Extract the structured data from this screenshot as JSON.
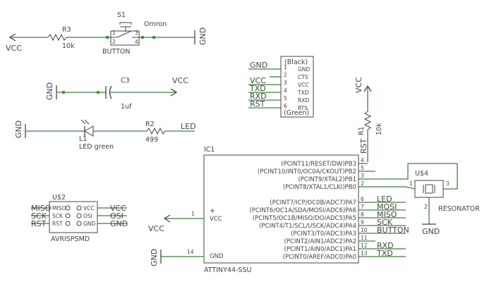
{
  "nets": {
    "vcc": "VCC",
    "gnd": "GND",
    "led": "LED",
    "miso": "MISO",
    "mosi": "MOSI",
    "sck": "SCK",
    "rst": "RST",
    "txd": "TXD",
    "rxd": "RXD",
    "button": "BUTTON"
  },
  "r3": {
    "name": "R3",
    "value": "10k"
  },
  "s1": {
    "name": "S1",
    "brand": "Omron",
    "label": "BUTTON",
    "pins": [
      "1",
      "2",
      "3",
      "4"
    ]
  },
  "c3": {
    "name": "C3",
    "value": "1uf"
  },
  "l1": {
    "name": "L1",
    "value": "LED green"
  },
  "r2": {
    "name": "R2",
    "value": "499"
  },
  "r1": {
    "name": "R1",
    "value": "10k"
  },
  "ftdi": {
    "top": "(Black)",
    "bottom": "(Green)",
    "pins": [
      "GND",
      "CTS",
      "VCC",
      "TXD",
      "RXD",
      "RTS"
    ],
    "nums": [
      "1",
      "2",
      "3",
      "4",
      "5",
      "6"
    ]
  },
  "u2": {
    "name": "U$2",
    "label": "AVRISPSMD",
    "left": [
      "MISO",
      "SCK",
      "RST"
    ],
    "right": [
      "VCC",
      "OSI",
      "GND"
    ]
  },
  "u4": {
    "name": "U$4",
    "label": "RESONATOR",
    "pins": [
      "1",
      "2",
      "3"
    ]
  },
  "ic1": {
    "name": "IC1",
    "part": "ATTINY44-SSU",
    "vcc_pin": "VCC",
    "vcc_num": "1",
    "gnd_pin": "GND",
    "gnd_num": "14",
    "plus": "+",
    "pins": [
      {
        "label": "(PCINT11/RESET/DW)PB3",
        "num": "4"
      },
      {
        "label": "(PCINT10/INT0/OC0A/CKOUT)PB2",
        "num": "5"
      },
      {
        "label": "(PCINT9/XTAL2)PB1",
        "num": "3"
      },
      {
        "label": "(PCINT8/XTAL1/CLKI)PB0",
        "num": "2"
      },
      {
        "label": "(PCINT7/ICP/OC0B/ADC7)PA7",
        "num": "6"
      },
      {
        "label": "(PCINT6/OC1A/SDA/MOSI/ADC6)PA6",
        "num": "7"
      },
      {
        "label": "(PCINT5/OC1B/MISO/DO/ADC5)PA5",
        "num": "8"
      },
      {
        "label": "(PCINT4/T1/SCL/USCK/ADC4)PA4",
        "num": "9"
      },
      {
        "label": "(PCINT3/T0/ADC3)PA3",
        "num": "10"
      },
      {
        "label": "(PCINT2/AIN1/ADC2)PA2",
        "num": "11"
      },
      {
        "label": "(PCINT1/AIN0/ADC1)PA1",
        "num": "12"
      },
      {
        "label": "(PCINT0/AREF/ADC0)PA0",
        "num": "13"
      }
    ]
  },
  "ic_nets": [
    "",
    "",
    "",
    "",
    "LED",
    "MOSI",
    "MISO",
    "SCK",
    "BUTTON",
    "",
    "RXD",
    "TXD"
  ]
}
